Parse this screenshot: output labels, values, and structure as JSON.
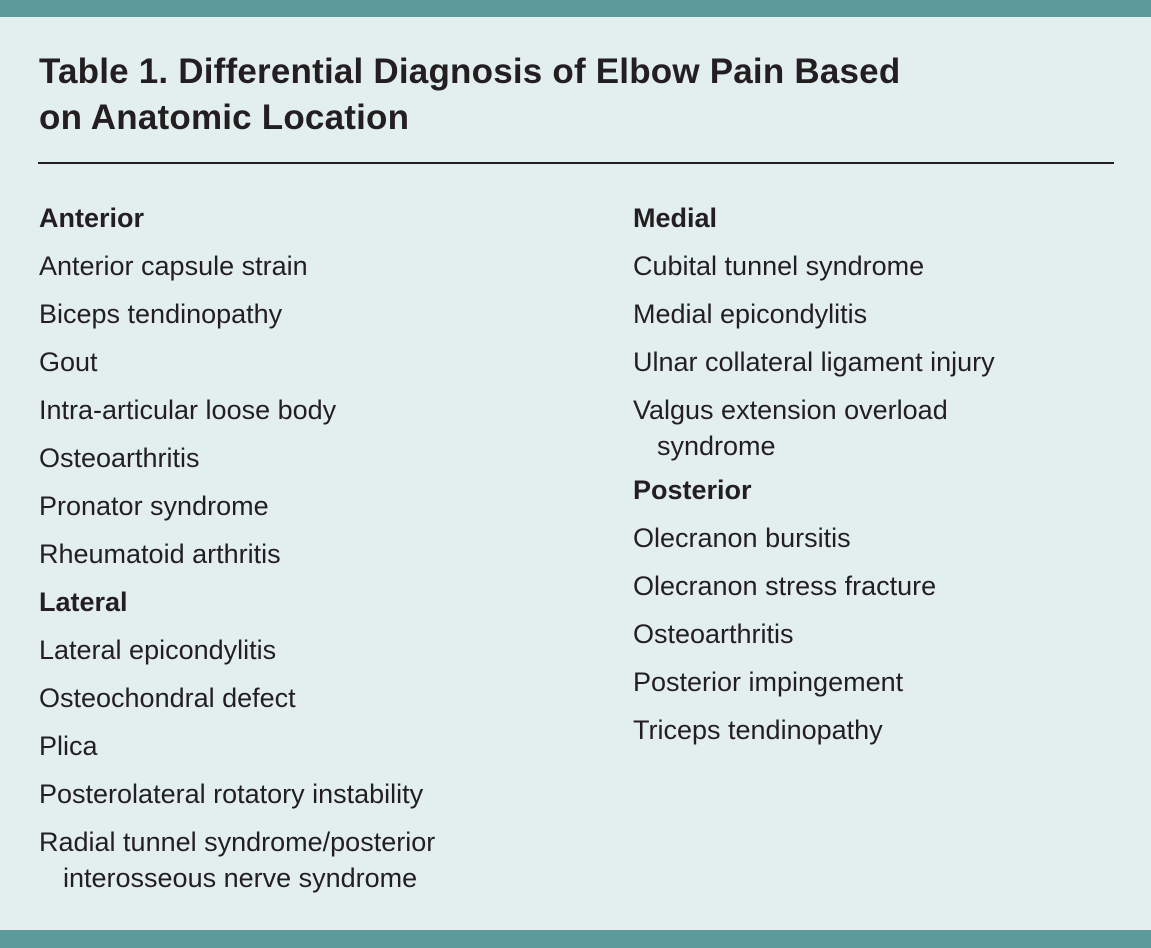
{
  "title": {
    "line1": "Table 1. Differential Diagnosis of Elbow Pain Based",
    "line2": "on Anatomic Location"
  },
  "colors": {
    "accent_bar": "#5b9b9b",
    "background": "#e3eeee",
    "text": "#231f20"
  },
  "sections": {
    "anterior": {
      "heading": "Anterior",
      "items": [
        "Anterior capsule strain",
        "Biceps tendinopathy",
        "Gout",
        "Intra-articular loose body",
        "Osteoarthritis",
        "Pronator syndrome",
        "Rheumatoid arthritis"
      ]
    },
    "lateral": {
      "heading": "Lateral",
      "items": [
        "Lateral epicondylitis",
        "Osteochondral defect",
        "Plica",
        "Posterolateral rotatory instability"
      ],
      "wrapped_item": {
        "line1": "Radial tunnel syndrome/posterior",
        "line2": "interosseous nerve syndrome"
      }
    },
    "medial": {
      "heading": "Medial",
      "items": [
        "Cubital tunnel syndrome",
        "Medial epicondylitis",
        "Ulnar collateral ligament injury"
      ],
      "wrapped_item": {
        "line1": "Valgus extension overload",
        "line2": "syndrome"
      }
    },
    "posterior": {
      "heading": "Posterior",
      "items": [
        "Olecranon bursitis",
        "Olecranon stress fracture",
        "Osteoarthritis",
        "Posterior impingement",
        "Triceps tendinopathy"
      ]
    }
  }
}
